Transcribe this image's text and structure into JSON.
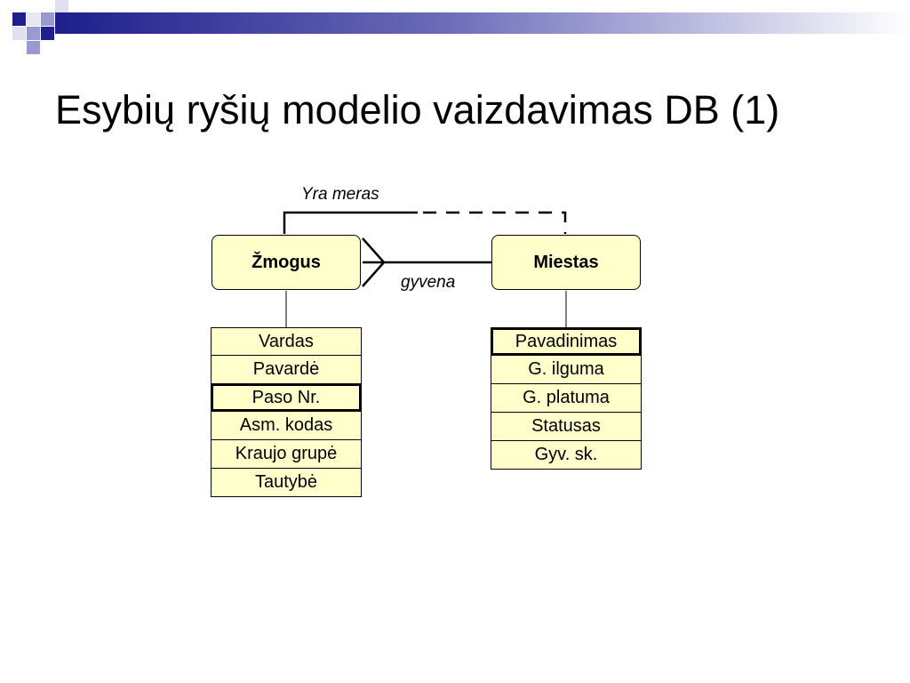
{
  "slide": {
    "title": "Esybių ryšių modelio vaizdavimas DB (1)"
  },
  "colors": {
    "entity_fill": "#ffffcc",
    "line": "#000000",
    "accent_dark": "#1e1e8c",
    "accent_light": "#9a9ad0"
  },
  "diagram": {
    "entities": [
      {
        "name": "Žmogus",
        "attributes": [
          {
            "label": "Vardas",
            "key": false
          },
          {
            "label": "Pavardė",
            "key": false
          },
          {
            "label": "Paso Nr.",
            "key": true
          },
          {
            "label": "Asm. kodas",
            "key": false
          },
          {
            "label": "Kraujo grupė",
            "key": false
          },
          {
            "label": "Tautybė",
            "key": false
          }
        ]
      },
      {
        "name": "Miestas",
        "attributes": [
          {
            "label": "Pavadinimas",
            "key": true
          },
          {
            "label": "G. ilguma",
            "key": false
          },
          {
            "label": "G. platuma",
            "key": false
          },
          {
            "label": "Statusas",
            "key": false
          },
          {
            "label": "Gyv. sk.",
            "key": false
          }
        ]
      }
    ],
    "relationships": [
      {
        "label": "Yra meras",
        "style": "solid-to-dashed",
        "from": "Žmogus",
        "to": "Miestas"
      },
      {
        "label": "gyvena",
        "style": "crowfoot-many-to-one",
        "from": "Žmogus",
        "to": "Miestas"
      }
    ]
  }
}
